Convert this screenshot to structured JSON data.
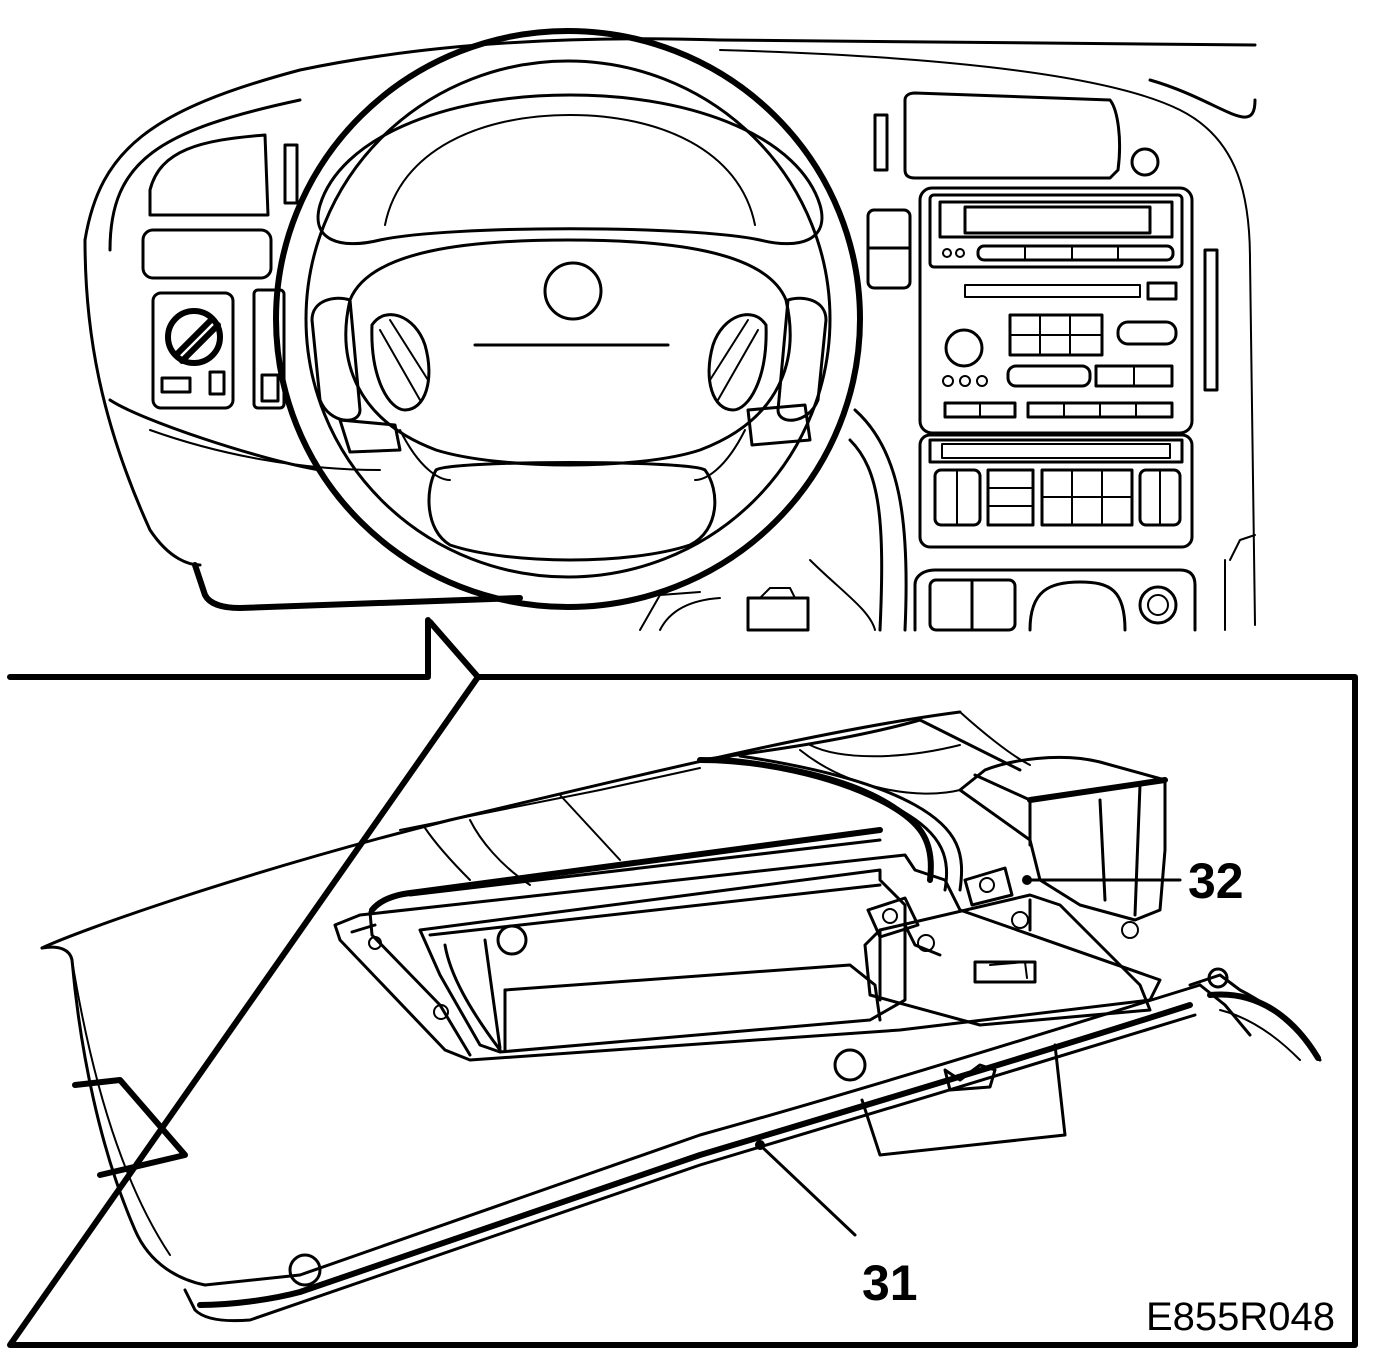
{
  "callouts": [
    {
      "id": "32",
      "label": "32"
    },
    {
      "id": "31",
      "label": "31"
    }
  ],
  "figure_code": "E855R048",
  "colors": {
    "ink": "#000000",
    "paper": "#ffffff"
  }
}
